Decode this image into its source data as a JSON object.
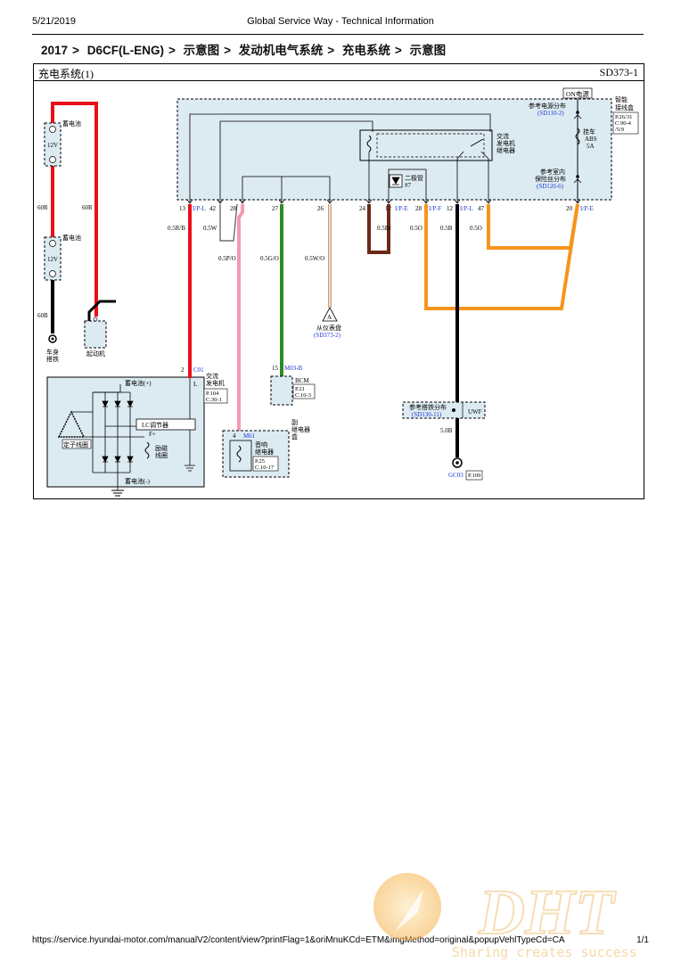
{
  "header": {
    "date": "5/21/2019",
    "site_title": "Global Service Way - Technical Information"
  },
  "breadcrumb": [
    "2017",
    "D6CF(L-ENG)",
    "示意图",
    "发动机电气系统",
    "充电系统",
    "示意图"
  ],
  "diagram": {
    "title": "充电系统(1)",
    "code": "SD373-1",
    "on_power": "ON电源",
    "smart_junction_box": [
      "智能",
      "接线盒"
    ],
    "sjb_ref": [
      "P.26/31",
      "C.90-4",
      "/5/9"
    ],
    "ref_power_dist": "参考电源分布",
    "ref_power_dist_code": "(SD110-2)",
    "fuse_lines": [
      "挂车",
      "ABS",
      "5A"
    ],
    "ref_indoor": [
      "参考室内",
      "保险丝分布"
    ],
    "ref_indoor_code": "(SD120-6)",
    "ac_relay": [
      "交流",
      "发电机",
      "继电器"
    ],
    "diode": [
      "二极管",
      "#7"
    ],
    "battery_label": "蓄电池",
    "battery_voltage": "12V",
    "wire_60r": "60R",
    "wire_60b": "60B",
    "body_ground": [
      "车身",
      "搭铁"
    ],
    "starter": "起动机",
    "pins": [
      {
        "num": "13",
        "conn": "I/P-L"
      },
      {
        "num": "42",
        "conn": ""
      },
      {
        "num": "28",
        "conn": ""
      },
      {
        "num": "27",
        "conn": ""
      },
      {
        "num": "26",
        "conn": ""
      },
      {
        "num": "24",
        "conn": ""
      },
      {
        "num": "12",
        "conn": "I/P-E"
      },
      {
        "num": "28",
        "conn": "I/P-F"
      },
      {
        "num": "12",
        "conn": "I/P-L"
      },
      {
        "num": "47",
        "conn": ""
      },
      {
        "num": "20",
        "conn": "I/P-E"
      }
    ],
    "wires": {
      "w13": "0.5R/B",
      "w42": "0.5W",
      "w24": "0.5Br",
      "w12e": "0.5O",
      "w12l": "0.5B",
      "w47": "0.5O",
      "w28": "0.5P/O",
      "w27": "0.5G/O",
      "w26": "0.5W/O",
      "ground": "5.0B"
    },
    "from_cluster": "从仪表盘",
    "from_cluster_code": "(SD373-2)",
    "alternator": {
      "pin": "2",
      "conn": "C01",
      "label": [
        "交流",
        "发电机"
      ],
      "terminal": "L",
      "ref": [
        "P.104",
        "C.30-1"
      ],
      "batt_pos": "蓄电池(+)",
      "batt_neg": "蓄电池(-)",
      "regulator": "LC调节器",
      "f_plus": "F+",
      "excite": [
        "励磁",
        "线圈"
      ],
      "stator": "定子线圈"
    },
    "bcm": {
      "pin": "15",
      "conn": "M03-B",
      "name": "BCM",
      "ref": [
        "P.21",
        "C.10-3"
      ]
    },
    "sub_relay_box": [
      "副",
      "继电器",
      "盒"
    ],
    "audio_relay": {
      "pin": "4",
      "conn": "M61",
      "label": [
        "音响",
        "继电器"
      ],
      "ref": [
        "P.25",
        "C.10-17"
      ]
    },
    "ground_dist": "参考搭铁分布",
    "ground_dist_code": "(SD130-11)",
    "uwf": "UWF",
    "gc03": "GC03",
    "gc03_ref": "P.109"
  },
  "footer": {
    "url": "https://service.hyundai-motor.com/manualV2/content/view?printFlag=1&oriMnuKCd=ETM&imgMethod=original&popupVehlTypeCd=CA",
    "page": "1/1"
  },
  "watermark": {
    "brand": "DHT",
    "tagline": "Sharing creates success"
  },
  "colors": {
    "red": "#e8101a",
    "black": "#000000",
    "pink": "#f29bb0",
    "green": "#2f8a2a",
    "tan": "#c8a07a",
    "brown": "#6b2a16",
    "orange": "#f7941d",
    "box_fill": "#dcebf2",
    "blue_text": "#1f3bd0"
  }
}
